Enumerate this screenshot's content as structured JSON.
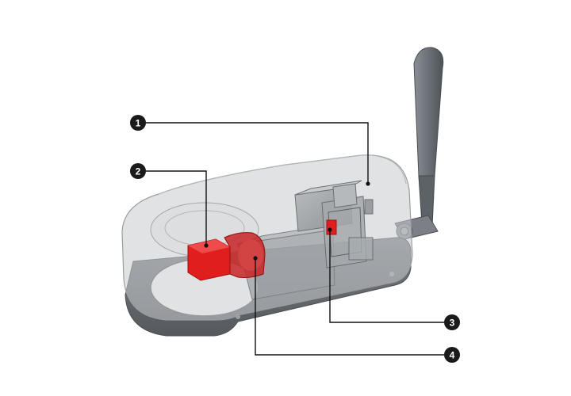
{
  "diagram": {
    "callouts": [
      {
        "id": 1,
        "label": "1"
      },
      {
        "id": 2,
        "label": "2"
      },
      {
        "id": 3,
        "label": "3"
      },
      {
        "id": 4,
        "label": "4"
      }
    ],
    "colors": {
      "housing_fill": "#c9cbcd",
      "housing_edge": "#9a9da0",
      "base_plate": "#6e7276",
      "antenna": "#6b7076",
      "highlight_red": "#e01e1e",
      "leader_line": "#111111",
      "badge": "#1a1a1a",
      "background": "#ffffff"
    }
  }
}
